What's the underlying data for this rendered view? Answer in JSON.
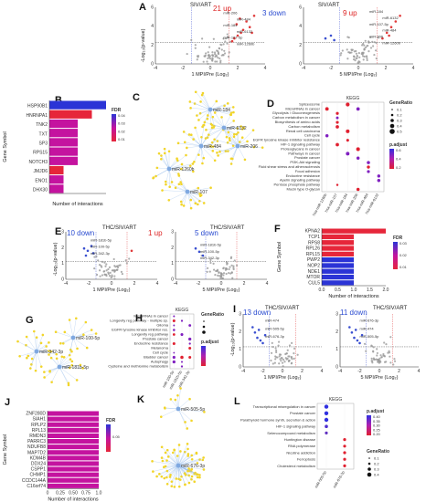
{
  "panels": {
    "A": {
      "letter": "A",
      "left_title": "SIV/ART",
      "right_title": "SIV/ART",
      "left_up": "21 up",
      "right_down": "3 down",
      "right_up": "9 up",
      "left_xlabel": "1 MPI/Pre (Log₂)",
      "right_xlabel": "5 MPI/Pre (Log₂)",
      "ylabel": "-Log₁₀(p-value)",
      "left_labels": [
        "miR-206",
        "miR-484",
        "miR-184",
        "miR-6132",
        "miR-107-5p",
        "miR-1260b"
      ],
      "right_labels": [
        "miR-184",
        "miR-6132",
        "miR-107-5p",
        "miR-484",
        "miR-206",
        "miR-1260b"
      ]
    },
    "B": {
      "letter": "B",
      "ylabel": "Gene Symbol",
      "xlabel": "Number of interactions",
      "legend_title": "FDR",
      "legend_ticks": [
        "0.04",
        "0.03",
        "0.02",
        "0.01"
      ],
      "genes": [
        "HSP90B1",
        "HNRNPA1",
        "TNK2",
        "TXT",
        "SP3",
        "RPS15",
        "NOTCH3",
        "JMJD6",
        "ENO1",
        "DHX30"
      ]
    },
    "C": {
      "letter": "C",
      "nodes": [
        "miR-184",
        "miR-484",
        "miR-6132",
        "miR-1260b",
        "miR-206",
        "miR-107"
      ]
    },
    "D": {
      "letter": "D",
      "title": "KEGG",
      "terms": [
        "Spliceosome",
        "MicroRNAs in cancer",
        "Glycolysis / Gluconeogenesis",
        "Carbon metabolism in cancer",
        "Biosynthesis of amino acids",
        "Carbon metabolism",
        "Renal cell carcinoma",
        "Cell cycle",
        "EGFR tyrosine kinase inhibitor resistance",
        "HIF-1 signaling pathway",
        "Proteoglycans in cancer",
        "Pathways in cancer",
        "Prostate cancer",
        "PI3K-Akt signaling",
        "Fluid shear stress and atherosclerosis",
        "Focal adhesion",
        "Endocrine resistance",
        "Apelin signaling pathway",
        "Pentose phosphate pathway",
        "Mucin type O-glycan"
      ],
      "cols": [
        "hsa-miR-1260b",
        "hsa-miR-107",
        "hsa-miR-184",
        "hsa-miR-206",
        "hsa-miR-484",
        "hsa-miR-6132"
      ],
      "generatio_title": "GeneRatio",
      "generatio_ticks": [
        "0.1",
        "0.2",
        "0.3",
        "0.4",
        "0.5"
      ],
      "padj_title": "p.adjust",
      "padj_ticks": [
        "0.6",
        "0.4",
        "0.2"
      ]
    },
    "E": {
      "letter": "E",
      "left_title": "THC/SIV/ART",
      "right_title": "THC/SIV/ART",
      "left_down": "10 down",
      "left_up": "1 up",
      "right_down": "5 down",
      "left_xlabel": "1 MPI/Pre (Log₂)",
      "right_xlabel": "5 MPI/Pre (Log₂)",
      "ylabel": "-Log₁₀(p-value)",
      "left_labels": [
        "miR-181b-5p",
        "miR-100-5p",
        "miR-342-3p"
      ],
      "right_labels": [
        "miR-181b-5p",
        "miR-100-5p",
        "miR-342-3p"
      ]
    },
    "F": {
      "letter": "F",
      "ylabel": "Gene Symbol",
      "xlabel": "Number of interactions",
      "legend_title": "FDR",
      "legend_ticks": [
        "0.03",
        "0.02",
        "0.01"
      ],
      "genes": [
        "KPNA2",
        "TCP1",
        "RPS8",
        "RPL26",
        "RPL15",
        "PWP2",
        "NOP2",
        "NDE1",
        "MTOR",
        "CUL5"
      ],
      "xticks": [
        "0.0",
        "0.5",
        "1.0",
        "1.5",
        "2.0"
      ]
    },
    "G": {
      "letter": "G",
      "nodes": [
        "miR-342-3p",
        "miR-100-5p",
        "miR-181b-5p"
      ]
    },
    "H": {
      "letter": "H",
      "title": "KEGG",
      "terms": [
        "MicroRNAs in cancer",
        "Longevity reg pathway - multiple sp.",
        "Glioma",
        "EGFR tyrosine kinase inhibitor res.",
        "Longevity reg pathway",
        "Prostate cancer",
        "Endocrine resistance",
        "Melanoma",
        "Cell cycle",
        "Bladder cancer",
        "Autophagy",
        "Cysteine and methionine metabolism"
      ],
      "cols": [
        "miR-100-5p",
        "miR-181b-5p",
        "miR-342-3p"
      ],
      "generatio_title": "GeneRatio",
      "padj_title": "p.adjust"
    },
    "I": {
      "letter": "I",
      "left_title": "THC/SIV/ART",
      "right_title": "THC/SIV/ART",
      "left_down": "13 down",
      "right_down": "11 down",
      "left_xlabel": "1 MPI/Pre (Log₂)",
      "right_xlabel": "5 MPI/Pre (Log₂)",
      "ylabel": "-Log₁₀(p-value)",
      "left_labels": [
        "miR-474",
        "miR-505-5p",
        "miR-676-3p"
      ],
      "right_labels": [
        "miR-676-3p",
        "miR-474",
        "miR-505-5p"
      ]
    },
    "J": {
      "letter": "J",
      "ylabel": "Gene Symbol",
      "xlabel": "Number of interactions",
      "legend_title": "FDR",
      "legend_ticks": [
        "0.05"
      ],
      "genes": [
        "ZNF280D",
        "SIAH1",
        "RPLP2",
        "RPL13",
        "RMDN3",
        "PARRC3",
        "NDUFB8",
        "MAP7D2",
        "KDM4B",
        "DDX24",
        "CSPP1",
        "CHMP1",
        "CCDC144A",
        "C16orf74"
      ],
      "xticks": [
        "0",
        "0.25",
        "0.50",
        "0.75",
        "1.0"
      ]
    },
    "K": {
      "letter": "K",
      "nodes": [
        "miR-505-5p",
        "miR-676-3p"
      ]
    },
    "L": {
      "letter": "L",
      "title": "KEGG",
      "terms": [
        "Transcriptional misregulation in cancer",
        "Prostate cancer",
        "Parathyroid hormone synth, secretion & action",
        "HIF-1 signaling pathway",
        "Selenocompound metabolism",
        "Huntington disease",
        "RNA polymerase",
        "Nicotine addiction",
        "Ferroptosis",
        "Cholesterol metabolism"
      ],
      "cols": [
        "miR-505-5p",
        "miR-676-3p"
      ],
      "padj_title": "p.adjust",
      "padj_ticks": [
        "0.40",
        "0.35",
        "0.30",
        "0.25",
        "0.20"
      ],
      "generatio_title": "GeneRatio",
      "generatio_ticks": [
        "0.1",
        "0.2",
        "0.3",
        "0.4"
      ]
    }
  },
  "colors": {
    "up": "#e03a3a",
    "down": "#3a4fd0",
    "grey": "#9a9a9a",
    "gold": "#f2d52a",
    "bar_blue": "#2b34d6",
    "bar_red": "#e6263a",
    "bar_mag": "#c4139f"
  }
}
